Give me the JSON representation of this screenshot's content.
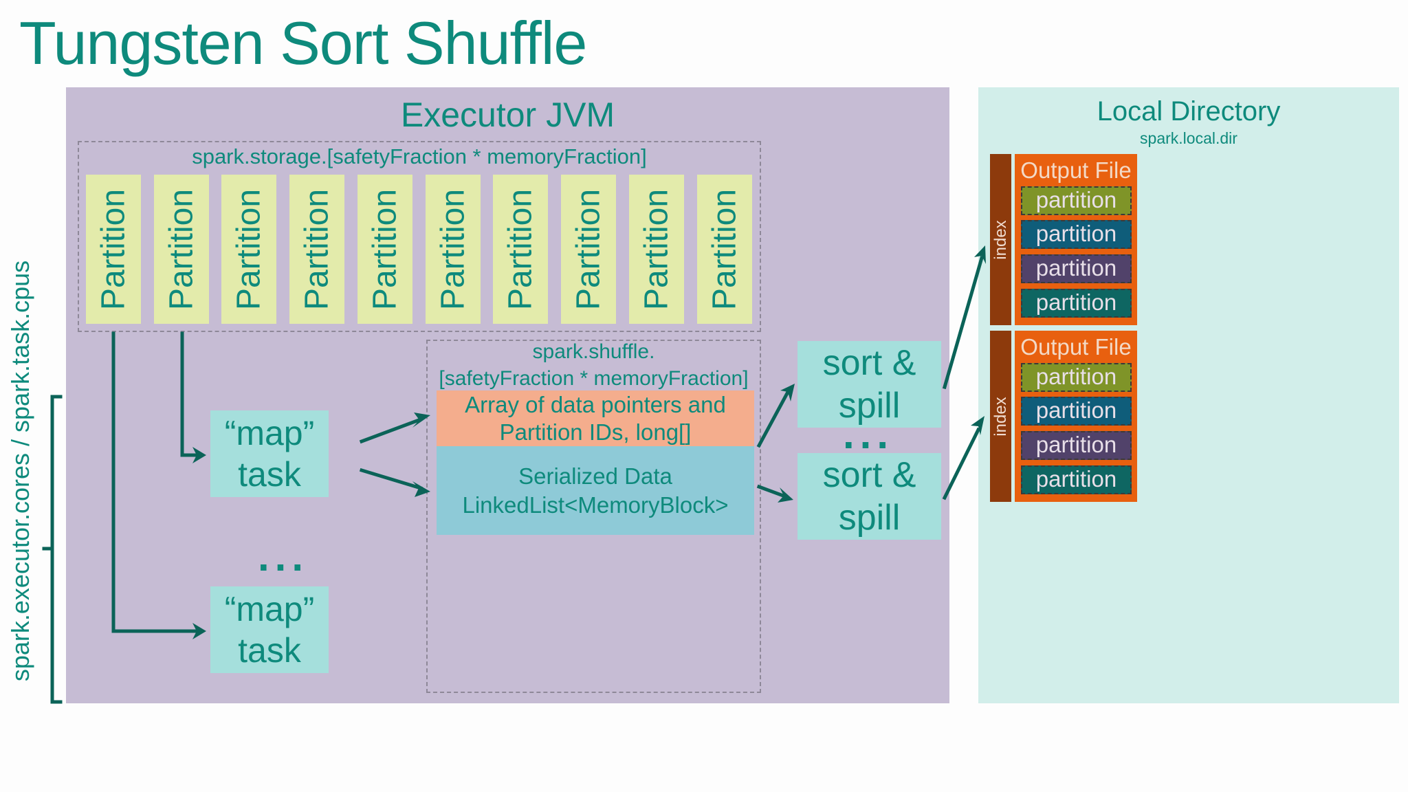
{
  "title": "Tungsten Sort Shuffle",
  "executor": {
    "title": "Executor JVM",
    "storage_label": "spark.storage.[safetyFraction * memoryFraction]",
    "partitions": [
      "Partition",
      "Partition",
      "Partition",
      "Partition",
      "Partition",
      "Partition",
      "Partition",
      "Partition",
      "Partition",
      "Partition"
    ],
    "shuffle_label_line1": "spark.shuffle.",
    "shuffle_label_line2": "[safetyFraction * memoryFraction]",
    "array_line1": "Array of data pointers and",
    "array_line2": "Partition IDs, long[]",
    "serialized_line1": "Serialized Data",
    "serialized_line2": "LinkedList<MemoryBlock>",
    "map_tasks": [
      {
        "line1": "“map”",
        "line2": "task"
      },
      {
        "line1": "“map”",
        "line2": "task"
      }
    ],
    "map_ellipsis": "...",
    "sort_spills": [
      {
        "line1": "sort &",
        "line2": "spill"
      },
      {
        "line1": "sort &",
        "line2": "spill"
      }
    ],
    "sort_ellipsis": "..."
  },
  "side_label": "spark.executor.cores / spark.task.cpus",
  "local_directory": {
    "title": "Local Directory",
    "subtitle": "spark.local.dir",
    "files": [
      {
        "index_label": "index",
        "file_label": "Output File",
        "partitions": [
          {
            "label": "partition",
            "color": "#7f9428"
          },
          {
            "label": "partition",
            "color": "#0f5d7a"
          },
          {
            "label": "partition",
            "color": "#51426a"
          },
          {
            "label": "partition",
            "color": "#0e6662"
          }
        ]
      },
      {
        "index_label": "index",
        "file_label": "Output File",
        "partitions": [
          {
            "label": "partition",
            "color": "#7f9428"
          },
          {
            "label": "partition",
            "color": "#0f5d7a"
          },
          {
            "label": "partition",
            "color": "#51426a"
          },
          {
            "label": "partition",
            "color": "#0e6662"
          }
        ]
      }
    ]
  },
  "colors": {
    "accent": "#0e8a7c",
    "arrow": "#0b6358",
    "executor_bg": "#c6bcd4",
    "local_bg": "#d2eeea",
    "partition_bg": "#e3ebab",
    "task_bg": "#a5dfdc",
    "array_bg": "#f4ad8d",
    "serialized_bg": "#8ecad7",
    "output_file_bg": "#e8600f",
    "index_bg": "#8d3a0c"
  }
}
